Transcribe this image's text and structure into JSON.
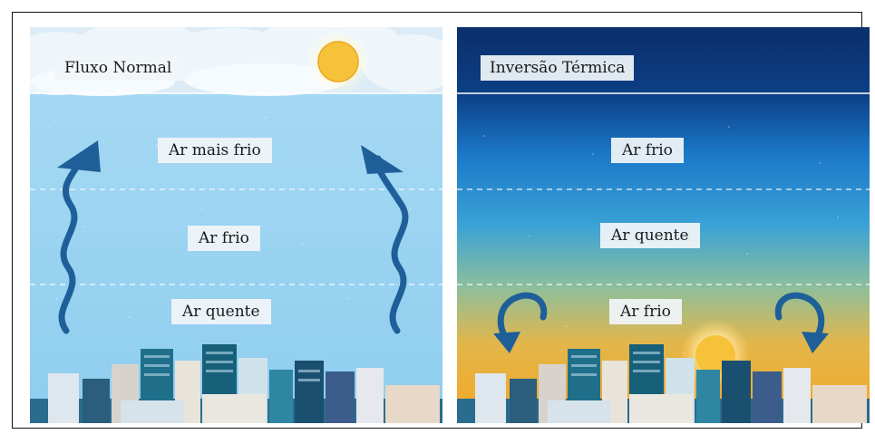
{
  "panels": {
    "normal": {
      "title": "Fluxo Normal",
      "layers": {
        "top": "Ar mais frio",
        "middle": "Ar frio",
        "bottom": "Ar quente"
      }
    },
    "inversion": {
      "title": "Inversão Térmica",
      "layers": {
        "top": "Ar frio",
        "middle": "Ar quente",
        "bottom": "Ar frio"
      }
    }
  },
  "colors": {
    "arrow": "#1f5f99",
    "sun": "#f6c23a",
    "normal_sky": "#96d2f0",
    "inversion_top": "#0a3a7a",
    "inversion_bottom": "#f5b12e"
  }
}
